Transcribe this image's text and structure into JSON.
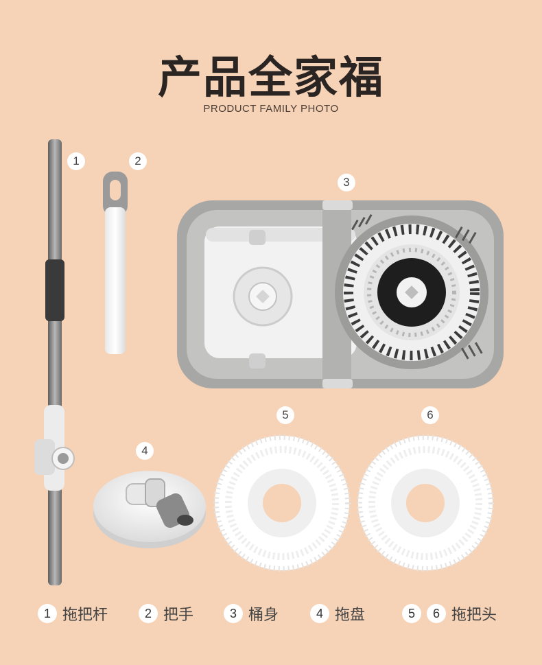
{
  "header": {
    "title": "产品全家福",
    "subtitle": "PRODUCT FAMILY PHOTO"
  },
  "item_numbers": [
    "1",
    "2",
    "3",
    "4",
    "5",
    "6"
  ],
  "captions": [
    {
      "nums": [
        "1"
      ],
      "label": "拖把杆"
    },
    {
      "nums": [
        "2"
      ],
      "label": "把手"
    },
    {
      "nums": [
        "3"
      ],
      "label": "桶身"
    },
    {
      "nums": [
        "4"
      ],
      "label": "拖盘"
    },
    {
      "nums": [
        "5",
        "6"
      ],
      "label": "拖把头"
    }
  ],
  "colors": {
    "background": "#f6d2b6",
    "bucket_gray": "#a7a7a5",
    "white": "#ffffff",
    "rod_steel": "#8a8a8a"
  }
}
